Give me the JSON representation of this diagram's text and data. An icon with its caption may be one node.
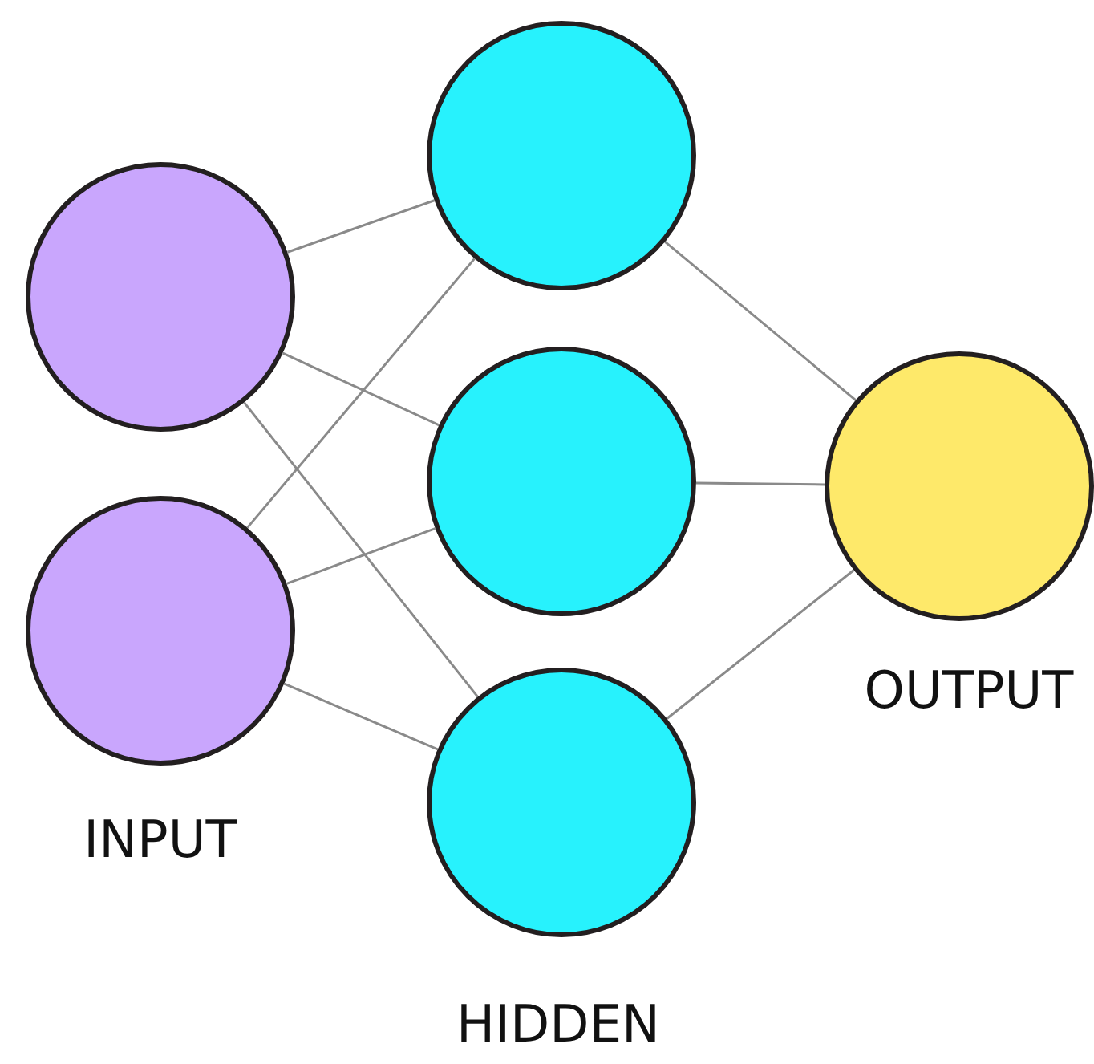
{
  "diagram": {
    "nodes": [
      {
        "text": [],
        "shape": "circle"
      },
      {
        "text": [],
        "shape": "circle"
      },
      {
        "text": [],
        "shape": "circle"
      },
      {
        "text": [],
        "shape": "circle"
      },
      {
        "text": [],
        "shape": "circle"
      },
      {
        "text": [],
        "shape": "circle"
      }
    ],
    "edges": [
      {
        "from": 0,
        "to": 2,
        "arrow": "none"
      },
      {
        "from": 0,
        "to": 3,
        "arrow": "none"
      },
      {
        "from": 0,
        "to": 4,
        "arrow": "none"
      },
      {
        "from": 1,
        "to": 2,
        "arrow": "none"
      },
      {
        "from": 1,
        "to": 3,
        "arrow": "none"
      },
      {
        "from": 1,
        "to": 4,
        "arrow": "none"
      },
      {
        "from": 2,
        "to": 5,
        "arrow": "none"
      },
      {
        "from": 3,
        "to": 5,
        "arrow": "none"
      },
      {
        "from": 4,
        "to": 5,
        "arrow": "none"
      }
    ],
    "labels": [
      "INPUT",
      "HIDDEN",
      "OUTPUT"
    ]
  }
}
